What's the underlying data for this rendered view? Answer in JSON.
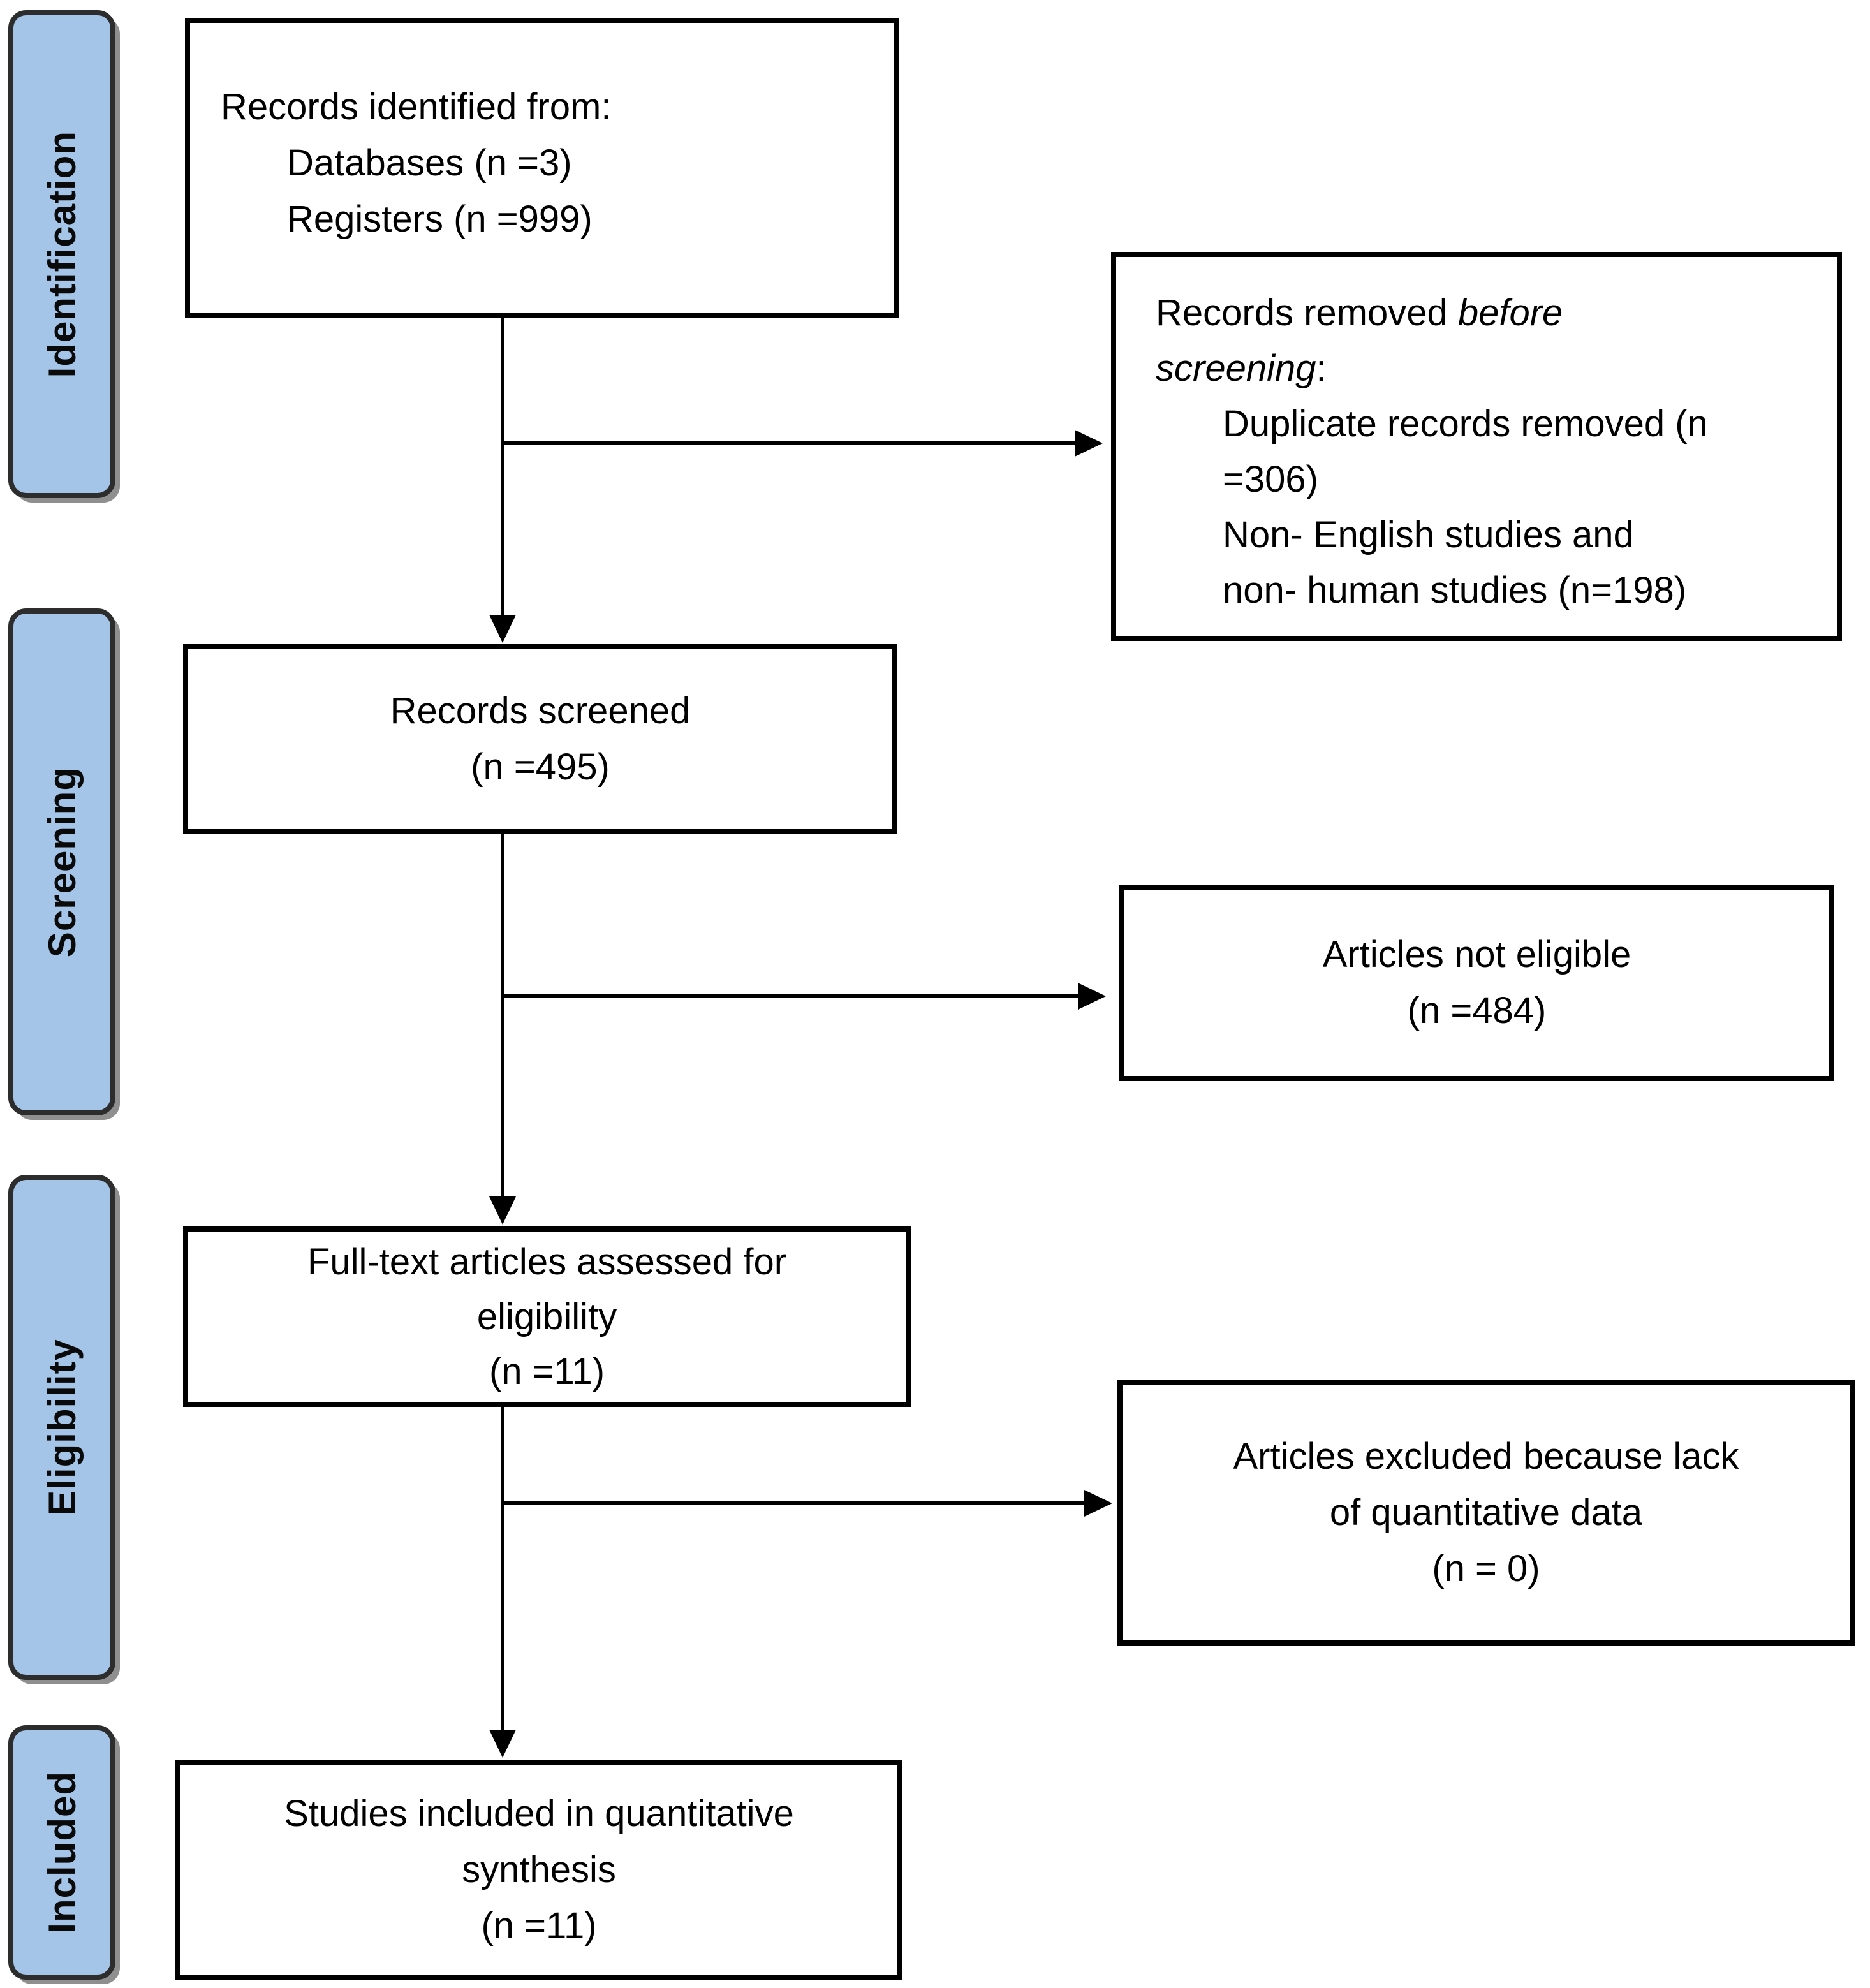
{
  "flowchart": {
    "stages": [
      {
        "label": "Identification"
      },
      {
        "label": "Screening"
      },
      {
        "label": "Eligibility"
      },
      {
        "label": "Included"
      }
    ],
    "identified": {
      "title": "Records identified from:",
      "items": [
        "Databases (n =3)",
        "Registers (n =999)"
      ]
    },
    "removed": {
      "title_prefix": "Records removed ",
      "title_italic_1": "before",
      "title_italic_2": "screening",
      "title_suffix": ":",
      "items": [
        [
          "Duplicate records removed (n",
          "=306)"
        ],
        [
          "Non- English studies and",
          "non- human studies (n=198)"
        ]
      ]
    },
    "screened": {
      "lines": [
        "Records screened",
        "(n =495)"
      ]
    },
    "not_eligible": {
      "lines": [
        "Articles not eligible",
        "(n =484)"
      ]
    },
    "full_text": {
      "lines": [
        "Full-text articles assessed for",
        "eligibility",
        "(n =11)"
      ]
    },
    "excluded": {
      "lines": [
        "Articles excluded because lack",
        "of quantitative data",
        "(n = 0)"
      ]
    },
    "included": {
      "lines": [
        "Studies included in quantitative",
        "synthesis",
        "(n =11)"
      ]
    },
    "colors": {
      "stage_fill": "#A4C4E8",
      "stage_border": "#2d2d2d",
      "box_border": "#000000",
      "text": "#000000"
    }
  }
}
